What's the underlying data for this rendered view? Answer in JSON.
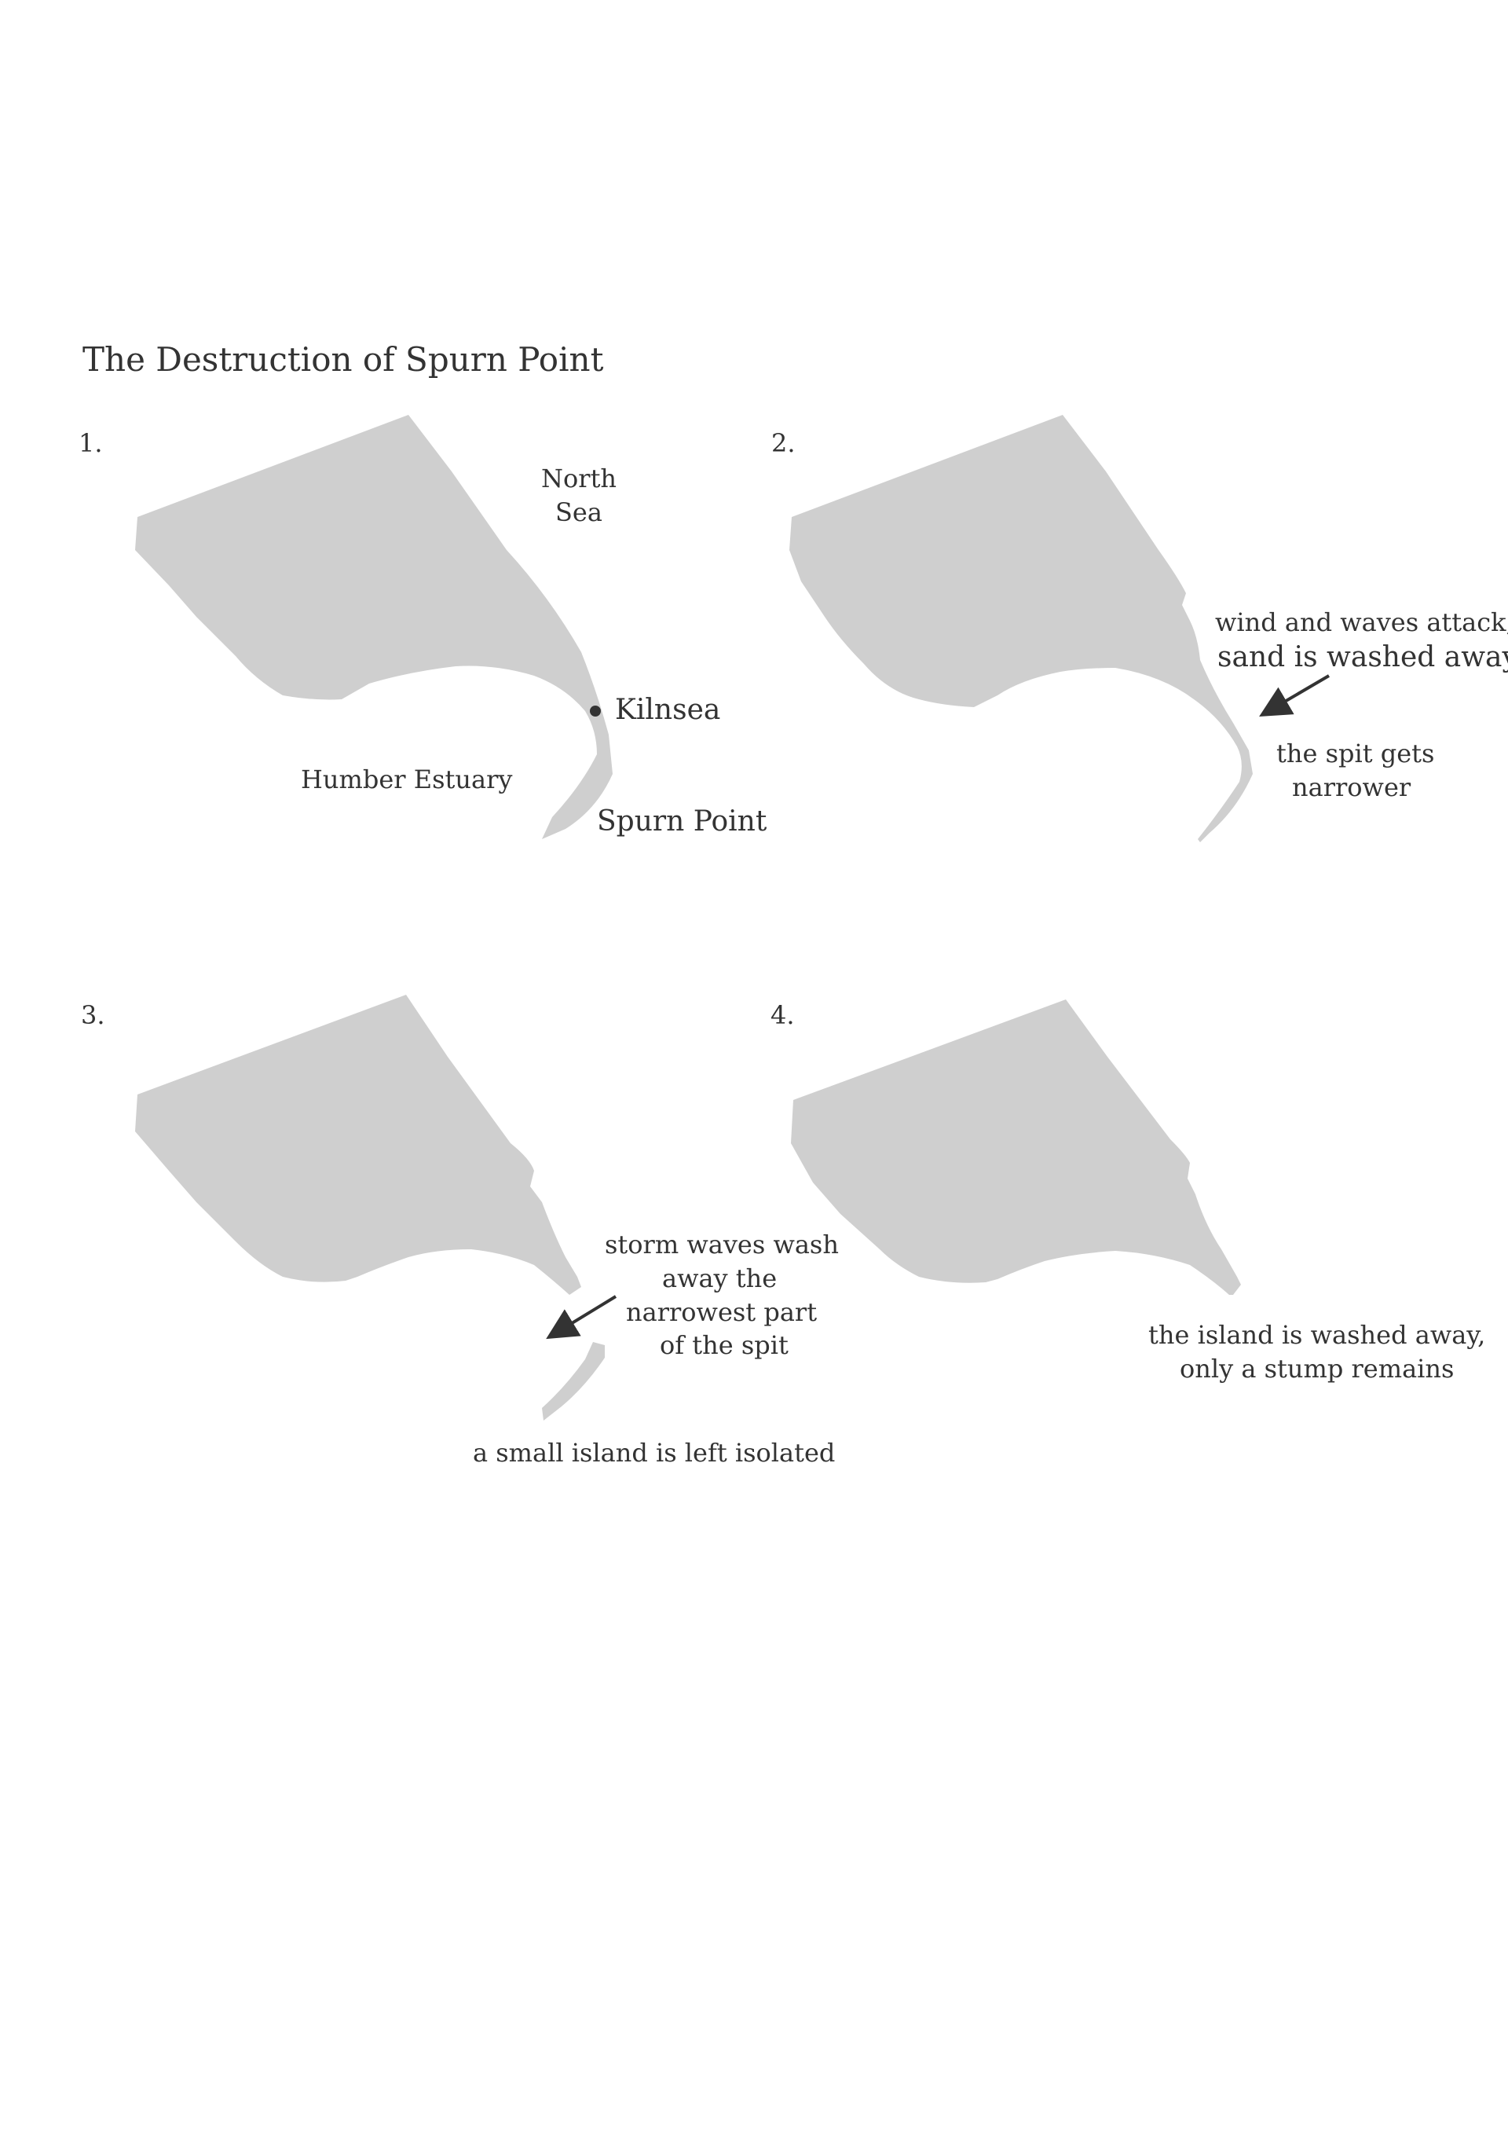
{
  "title": "The Destruction of Spurn Point",
  "land_color": "#cfcfcf",
  "ink_color": "#333333",
  "panels": [
    {
      "number": "1.",
      "labels": {
        "north_sea_line1": "North",
        "north_sea_line2": "Sea",
        "kilnsea": "Kilnsea",
        "humber": "Humber Estuary",
        "spurn": "Spurn Point"
      }
    },
    {
      "number": "2.",
      "labels": {
        "attack_line1": "wind and waves attack,",
        "attack_line2": "sand is washed away",
        "narrower_line1": "the spit gets",
        "narrower_line2": "narrower"
      }
    },
    {
      "number": "3.",
      "labels": {
        "storm_line1": "storm waves wash",
        "storm_line2": "away the",
        "storm_line3": "narrowest part",
        "storm_line4": "of the spit",
        "island": "a small island is left isolated"
      }
    },
    {
      "number": "4.",
      "labels": {
        "washed_line1": "the island is washed away,",
        "washed_line2": "only a stump remains"
      }
    }
  ]
}
